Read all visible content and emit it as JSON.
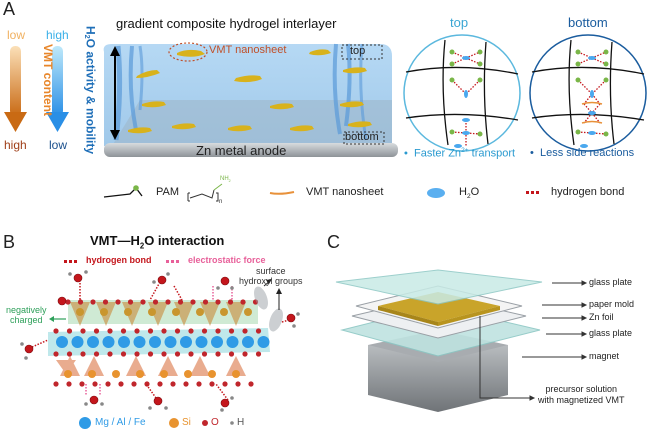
{
  "panels": {
    "A": {
      "letter": "A",
      "title": "gradient composite hydrogel interlayer",
      "vmt_axis": {
        "top": "low",
        "label": "VMT content",
        "bottom": "high"
      },
      "water_axis": {
        "top": "high",
        "label_pre": "H",
        "label_sub": "2",
        "label_post": "O activity & mobility",
        "bottom": "low"
      },
      "callout_vmt": "VMT nanosheet",
      "box_top": "top",
      "box_bottom": "bottom",
      "anode_label": "Zn metal anode",
      "zoom_top": {
        "title": "top",
        "bullet": "•",
        "caption_pre": "Faster Zn",
        "caption_sup": "2+",
        "caption_post": " transport"
      },
      "zoom_bottom": {
        "title": "bottom",
        "bullet": "•",
        "caption": "Less side reactions"
      },
      "legend": [
        {
          "icon": "pam-chain-icon",
          "label": "PAM"
        },
        {
          "icon": "vmt-nanosheet-icon",
          "label": "VMT nanosheet"
        },
        {
          "icon": "water-ellipse-icon",
          "label_pre": "H",
          "label_sub": "2",
          "label_post": "O"
        },
        {
          "icon": "hydrogen-bond-icon",
          "label": "hydrogen bond"
        }
      ],
      "pam_formula": {
        "group": "NH",
        "group_sub": "2",
        "n": "n"
      }
    },
    "B": {
      "letter": "B",
      "title_pre": "VMT—H",
      "title_sub": "2",
      "title_post": "O interaction",
      "legend_hbond": "hydrogen bond",
      "legend_electro": "electrostatic force",
      "label_negative": "negatively\ncharged",
      "label_negative_1": "negatively",
      "label_negative_2": "charged",
      "label_surface_1": "surface",
      "label_surface_2": "hydroxyl groups",
      "atoms": [
        {
          "symbol": "Mg / Al / Fe",
          "color": "#2f9be6"
        },
        {
          "symbol": "Si",
          "color": "#e8932f"
        },
        {
          "symbol": "O",
          "color": "#c0262c"
        },
        {
          "symbol": "H",
          "color": "#9a9a9a"
        }
      ]
    },
    "C": {
      "letter": "C",
      "labels": [
        "glass plate",
        "paper mold",
        "Zn foil",
        "glass plate",
        "magnet"
      ],
      "precursor_1": "precursor solution",
      "precursor_2": "with magnetized VMT"
    }
  },
  "colors": {
    "vmt_orange": "#d97a1e",
    "water_blue": "#1f6fb8",
    "top_blue": "#3aa6d4",
    "bottom_blue": "#1a5c9e",
    "hbond_red": "#c4161c",
    "electro_pink": "#e8609a",
    "negative_green": "#2ea05a",
    "vmt_gold": "#d4b21c"
  }
}
